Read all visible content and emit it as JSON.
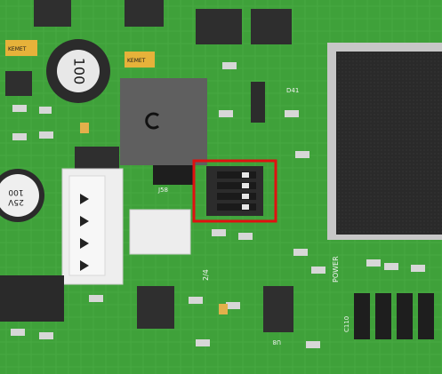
{
  "image": {
    "kind": "pcb-3d-render",
    "board_color": "#3fa13a",
    "highlight_color": "#e01010"
  },
  "labels": {
    "inductor_value": "100",
    "capacitor_value": "100",
    "capacitor_voltage": "25V",
    "dip_ref": "J58",
    "dip_marking": "2/4",
    "diode_ref": "D41",
    "power_label": "POWER",
    "cap_ref": "C110",
    "u_ref": "U8",
    "tant_cap_1": "KEMET",
    "tant_cap_2": "KEMET"
  },
  "icons": {
    "switch": "dip-switch-icon",
    "inductor": "inductor-icon",
    "capacitor": "capacitor-icon"
  }
}
